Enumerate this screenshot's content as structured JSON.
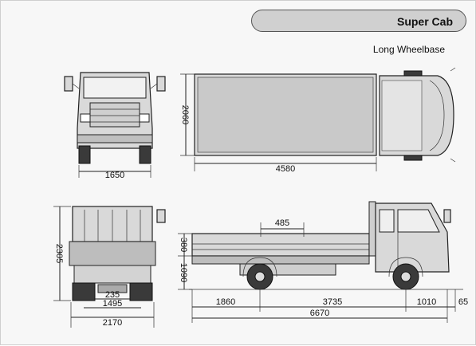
{
  "header": {
    "title": "Super Cab",
    "subtitle": "Long Wheelbase"
  },
  "dimensions": {
    "front_track": "1650",
    "cargo_length_top": "4580",
    "cargo_width_top": "2060",
    "rear_height": "2305",
    "rear_track_inner": "235",
    "rear_track": "1495",
    "overall_width": "2170",
    "deck_offset": "485",
    "side_wall_height": "380",
    "floor_height": "1090",
    "rear_overhang": "1860",
    "wheelbase": "3735",
    "front_overhang": "1010",
    "ground_clearance": "65",
    "overall_length": "6670"
  }
}
